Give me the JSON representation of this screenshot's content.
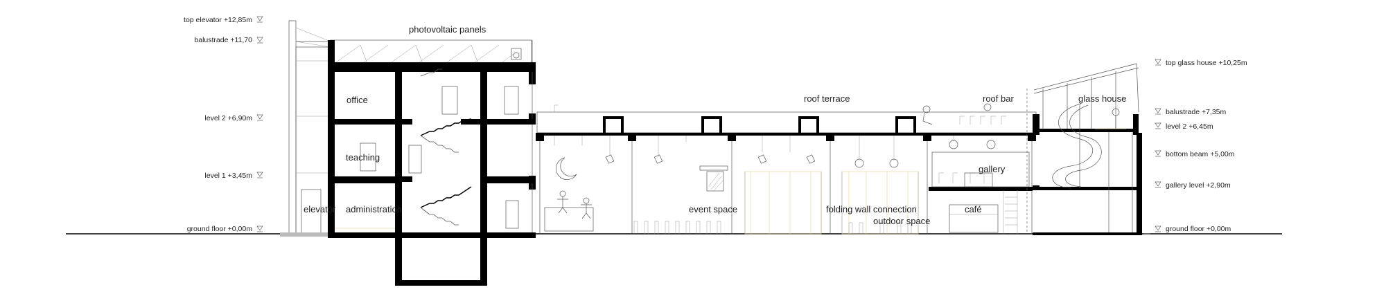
{
  "levels_left": {
    "top_elevator": "top elevator +12,85m",
    "balustrade": "balustrade +11,70",
    "level2": "level 2 +6,90m",
    "level1": "level 1 +3,45m",
    "ground": "ground floor +0,00m"
  },
  "levels_right": {
    "top_glass_house": "top glass house +10,25m",
    "balustrade": "balustrade +7,35m",
    "level2": "level 2 +6,45m",
    "bottom_beam": "bottom beam +5,00m",
    "gallery_level": "gallery level +2,90m",
    "ground": "ground floor +0,00m"
  },
  "rooms": {
    "photovoltaic": "photovoltaic panels",
    "office": "office",
    "teaching": "teaching",
    "elevator": "elevator",
    "administration": "administration",
    "roof_terrace": "roof terrace",
    "roof_bar": "roof bar",
    "glass_house": "glass house",
    "gallery": "gallery",
    "event_space": "event space",
    "folding_wall": "folding wall connection",
    "outdoor_space": "outdoor space",
    "cafe": "café"
  }
}
